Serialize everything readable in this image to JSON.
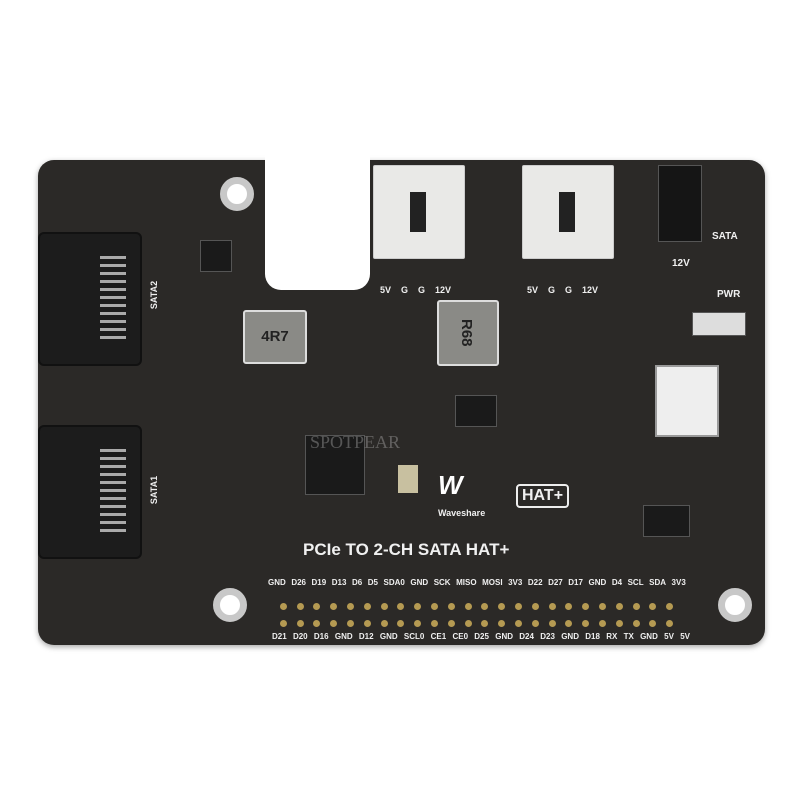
{
  "board": {
    "title": "PCIe TO 2-CH SATA HAT+",
    "brand": "Waveshare",
    "badge": "HAT+",
    "watermark": "SPOTPEAR",
    "sata_ports": [
      "SATA2",
      "SATA1"
    ],
    "inductors": [
      "4R7",
      "R68"
    ],
    "fan_headers": [
      {
        "pins": [
          "5V",
          "G",
          "G",
          "12V"
        ]
      },
      {
        "pins": [
          "5V",
          "G",
          "G",
          "12V"
        ]
      }
    ],
    "power_label": "12V",
    "leds": [
      "SATA",
      "PWR"
    ],
    "gpio_top": [
      "GND",
      "D26",
      "D19",
      "D13",
      "D6",
      "D5",
      "SDA0",
      "GND",
      "SCK",
      "MISO",
      "MOSI",
      "3V3",
      "D22",
      "D27",
      "D17",
      "GND",
      "D4",
      "SCL",
      "SDA",
      "3V3"
    ],
    "gpio_bottom": [
      "D21",
      "D20",
      "D16",
      "GND",
      "D12",
      "GND",
      "SCL0",
      "CE1",
      "CE0",
      "D25",
      "GND",
      "D24",
      "D23",
      "GND",
      "D18",
      "RX",
      "TX",
      "GND",
      "5V",
      "5V"
    ],
    "colors": {
      "pcb": "#2b2927",
      "silkscreen": "#f0f0f0",
      "connector": "#e9e9e7"
    }
  }
}
